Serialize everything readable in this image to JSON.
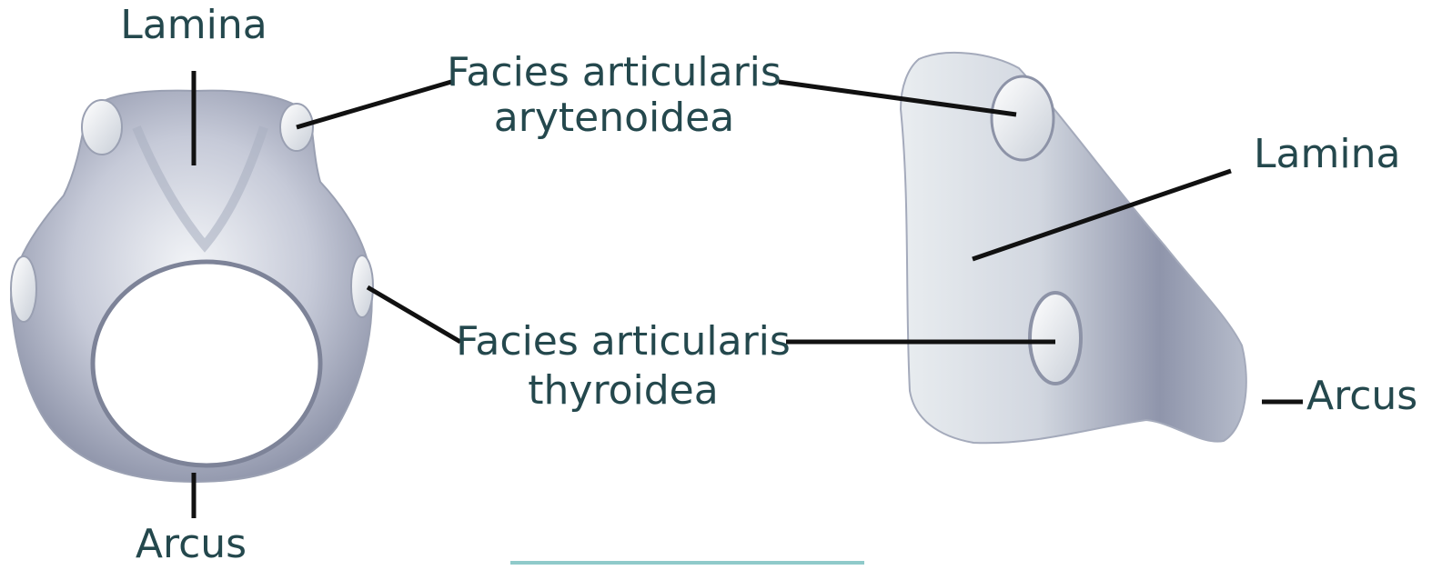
{
  "labels": {
    "left_lamina": "Lamina",
    "left_arcus": "Arcus",
    "arytenoid_line1": "Facies articularis",
    "arytenoid_line2": "arytenoidea",
    "thyroid_line1": "Facies articularis",
    "thyroid_line2": "thyroidea",
    "right_lamina": "Lamina",
    "right_arcus": "Arcus"
  },
  "colors": {
    "label": "#24484d",
    "leader_line": "#111111",
    "cartilage_light": "#e6ebf0",
    "cartilage_shade": "#8a90a6",
    "bottom_rule": "#8fcaca"
  }
}
